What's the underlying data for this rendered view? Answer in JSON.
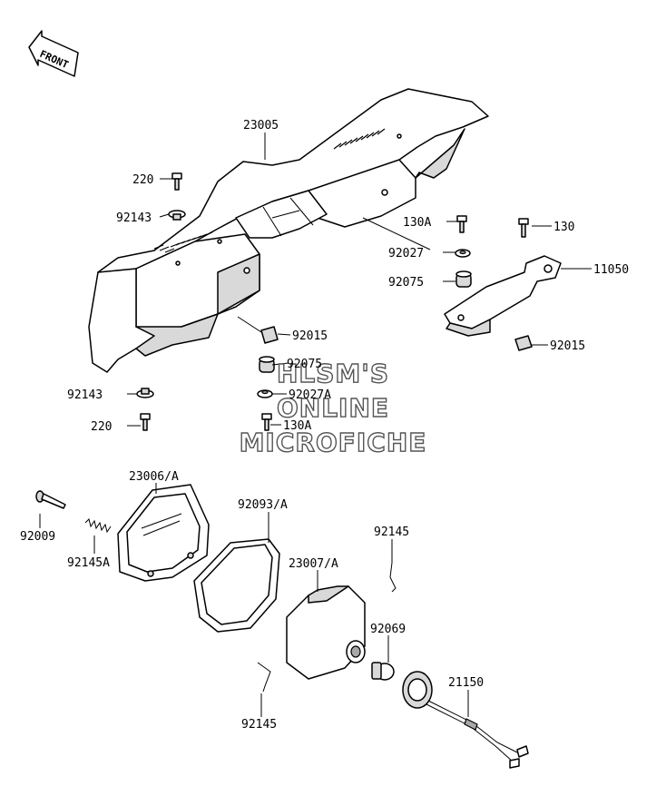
{
  "front_arrow": {
    "label": "FRONT"
  },
  "watermark": {
    "line1": "HLSM'S",
    "line2": "ONLINE",
    "line3": "MICROFICHE"
  },
  "callouts": {
    "c23005": "23005",
    "c220_top": "220",
    "c92143_top": "92143",
    "c130A_top": "130A",
    "c130": "130",
    "c92027": "92027",
    "c92075_right": "92075",
    "c11050": "11050",
    "c92015_mid": "92015",
    "c92015_right": "92015",
    "c92075_mid": "92075",
    "c92143_bottom": "92143",
    "c92027A": "92027A",
    "c220_bottom": "220",
    "c130A_bottom": "130A",
    "c23006A": "23006/A",
    "c92093A": "92093/A",
    "c92145_top": "92145",
    "c92009": "92009",
    "c92145A": "92145A",
    "c23007A": "23007/A",
    "c92069": "92069",
    "c21150": "21150",
    "c92145_bottom": "92145"
  }
}
